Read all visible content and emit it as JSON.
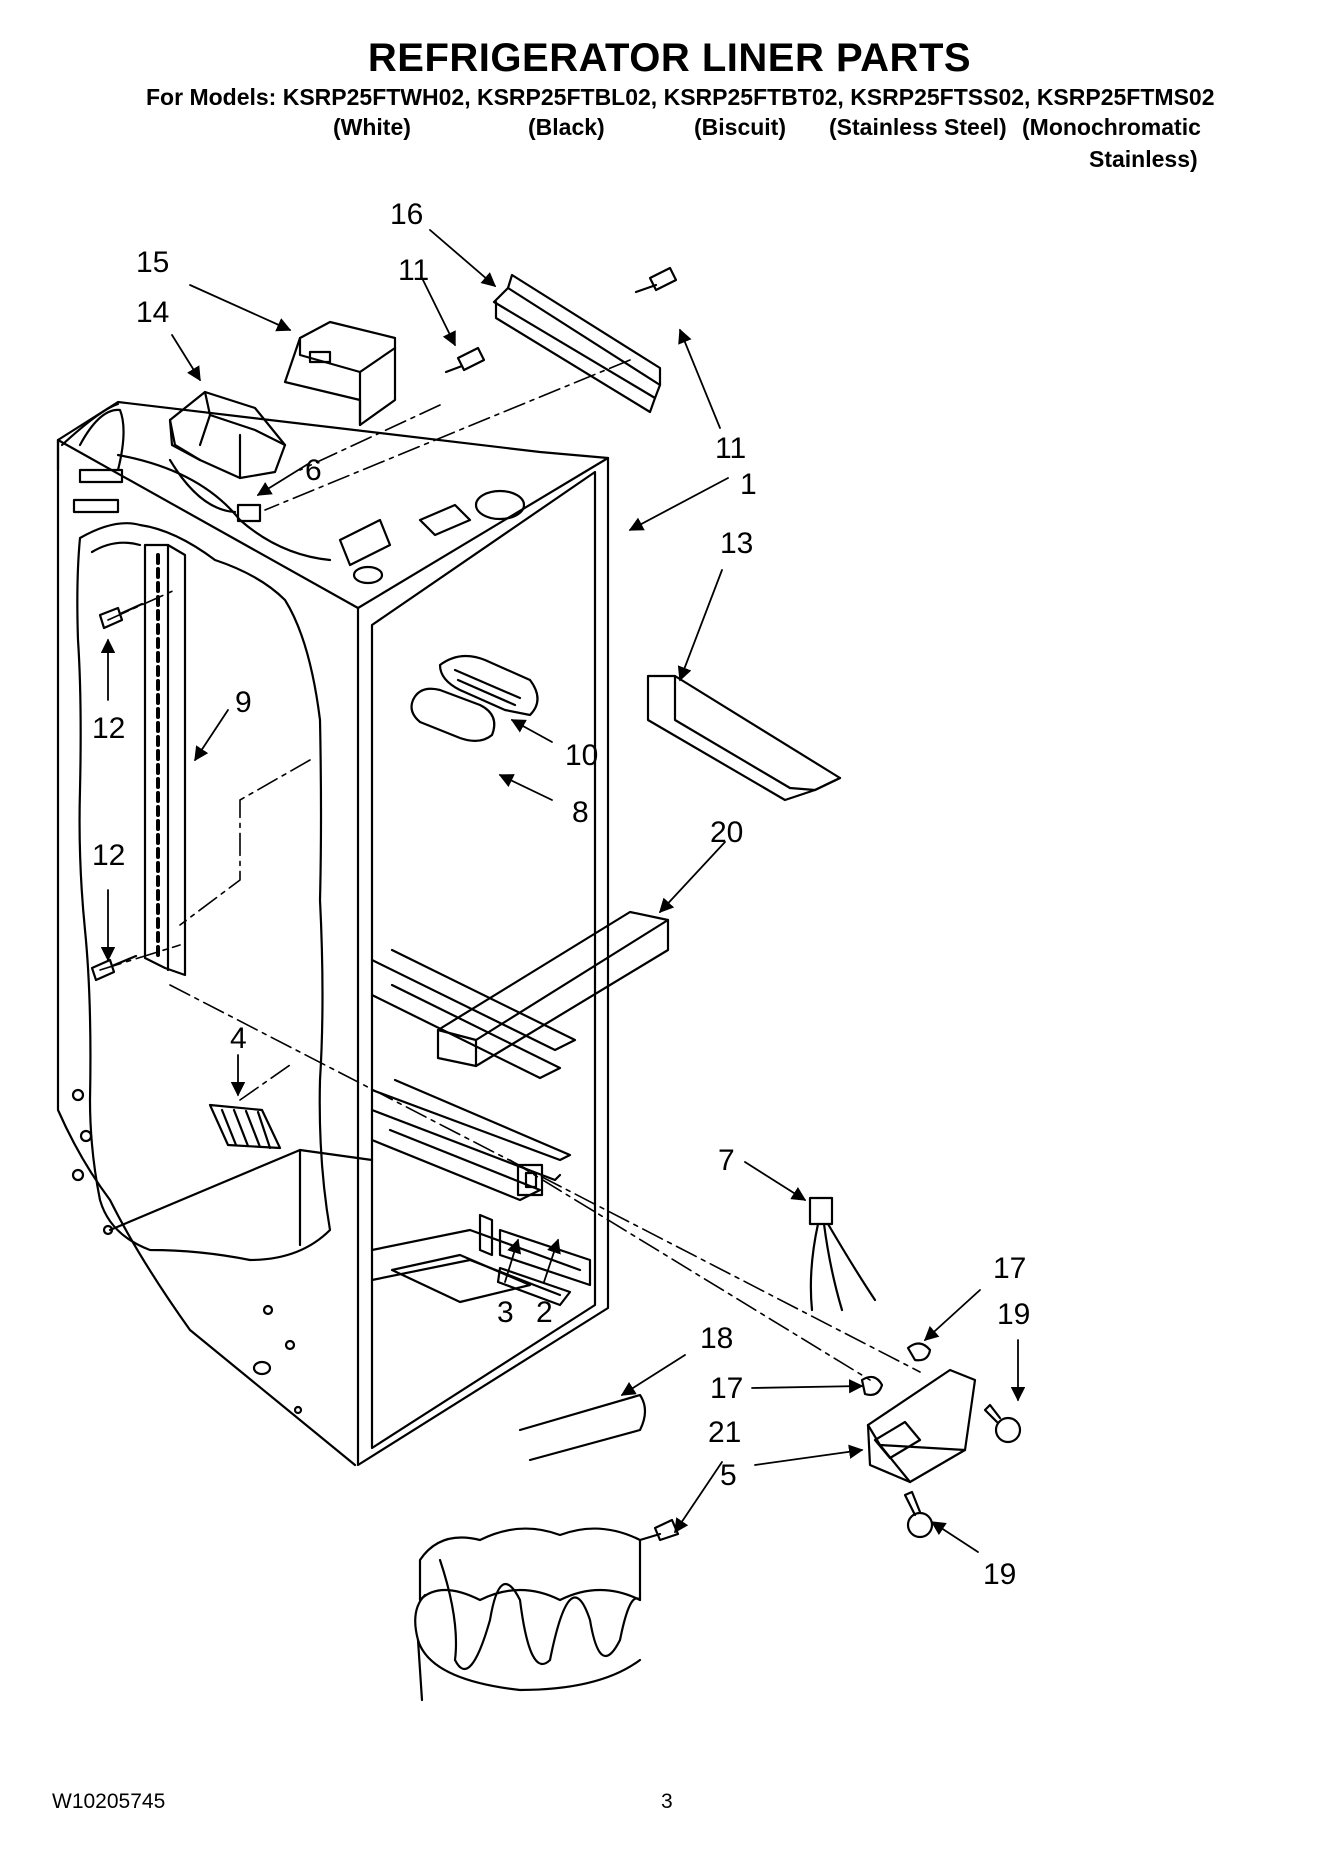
{
  "header": {
    "title": "REFRIGERATOR LINER PARTS",
    "models_line": "For Models: KSRP25FTWH02, KSRP25FTBL02, KSRP25FTBT02, KSRP25FTSS02, KSRP25FTMS02",
    "variants": [
      "(White)",
      "(Black)",
      "(Biscuit)",
      "(Stainless Steel)",
      "(Monochromatic",
      "Stainless)"
    ]
  },
  "callouts": [
    "1",
    "2",
    "3",
    "4",
    "5",
    "6",
    "7",
    "8",
    "9",
    "10",
    "11",
    "11",
    "12",
    "12",
    "13",
    "14",
    "15",
    "16",
    "17",
    "17",
    "18",
    "19",
    "19",
    "20",
    "21"
  ],
  "footer": {
    "doc_number": "W10205745",
    "page_number": "3"
  }
}
